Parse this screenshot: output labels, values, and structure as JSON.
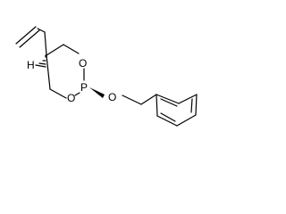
{
  "molecule": {
    "atoms": {
      "O_top": "O",
      "O_bottom": "O",
      "P": "P",
      "O_ether": "O",
      "H": "H"
    }
  },
  "colors": {
    "bond": "#000000",
    "label": "#000000",
    "background": "#ffffff"
  }
}
